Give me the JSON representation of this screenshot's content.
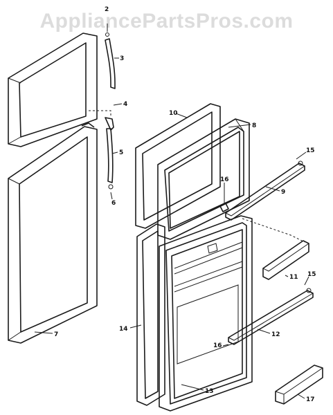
{
  "watermark": "AppliancePartsPros.com",
  "callouts": {
    "c2": "2",
    "c3": "3",
    "c4": "4",
    "c5": "5",
    "c6": "6",
    "c7": "7",
    "c8": "8",
    "c9": "9",
    "c10": "10",
    "c11": "11",
    "c12": "12",
    "c13": "13",
    "c14": "14",
    "c15a": "15",
    "c15b": "15",
    "c16a": "16",
    "c16b": "16",
    "c17": "17"
  }
}
